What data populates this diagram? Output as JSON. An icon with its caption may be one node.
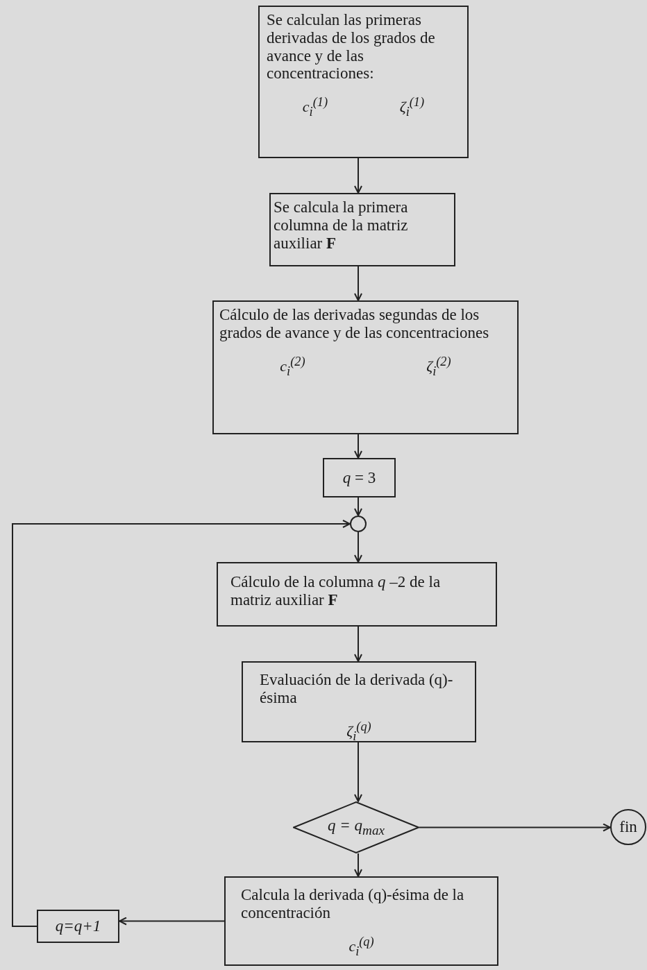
{
  "diagram": {
    "nodes": [
      {
        "text": [
          "Se calculan las primeras derivadas de los grados de avance y de las concentraciones:",
          "c$_{i}$$^{(1)}$",
          "ζ$_{i}$$^{(1)}$"
        ]
      },
      {
        "text": [
          "Se calcula la primera columna de la matriz auxiliar **F**"
        ]
      },
      {
        "text": [
          "Cálculo de las derivadas segundas de los grados de avance y de las concentraciones",
          "c$_{i}$$^{(2)}$",
          "ζ$_{i}$$^{(2)}$"
        ]
      },
      {
        "text": [
          "*q* = 3"
        ]
      },
      {
        "text": [],
        "shape": "circle"
      },
      {
        "text": [
          "Cálculo de la columna *q* –2 de la matriz auxiliar **F**"
        ]
      },
      {
        "text": [
          "Evaluación de la derivada (q)-ésima",
          "ζ$_{i}$$^{(q)}$"
        ]
      },
      {
        "text": [
          "*q* = *q*$_{max}$"
        ]
      },
      {
        "text": [
          "fin"
        ]
      },
      {
        "text": [
          "Calcula la derivada (q)-ésima de la concentración",
          "c$_{i}$$^{(q)}$"
        ]
      },
      {
        "text": [
          "q=q+1"
        ]
      }
    ],
    "edges": [
      {
        "from": 0,
        "to": 1,
        "arrow": "to"
      },
      {
        "from": 1,
        "to": 2,
        "arrow": "to"
      },
      {
        "from": 2,
        "to": 3,
        "arrow": "to"
      },
      {
        "from": 3,
        "to": 4,
        "arrow": "to"
      },
      {
        "from": 4,
        "to": 5,
        "arrow": "to"
      },
      {
        "from": 5,
        "to": 6,
        "arrow": "to"
      },
      {
        "from": 6,
        "to": 7,
        "arrow": "to"
      },
      {
        "from": 7,
        "to": 8,
        "arrow": "to"
      },
      {
        "from": 7,
        "to": 9,
        "arrow": "to"
      },
      {
        "from": 9,
        "to": 10,
        "arrow": "to"
      },
      {
        "from": 10,
        "to": 4,
        "arrow": "to"
      }
    ]
  }
}
